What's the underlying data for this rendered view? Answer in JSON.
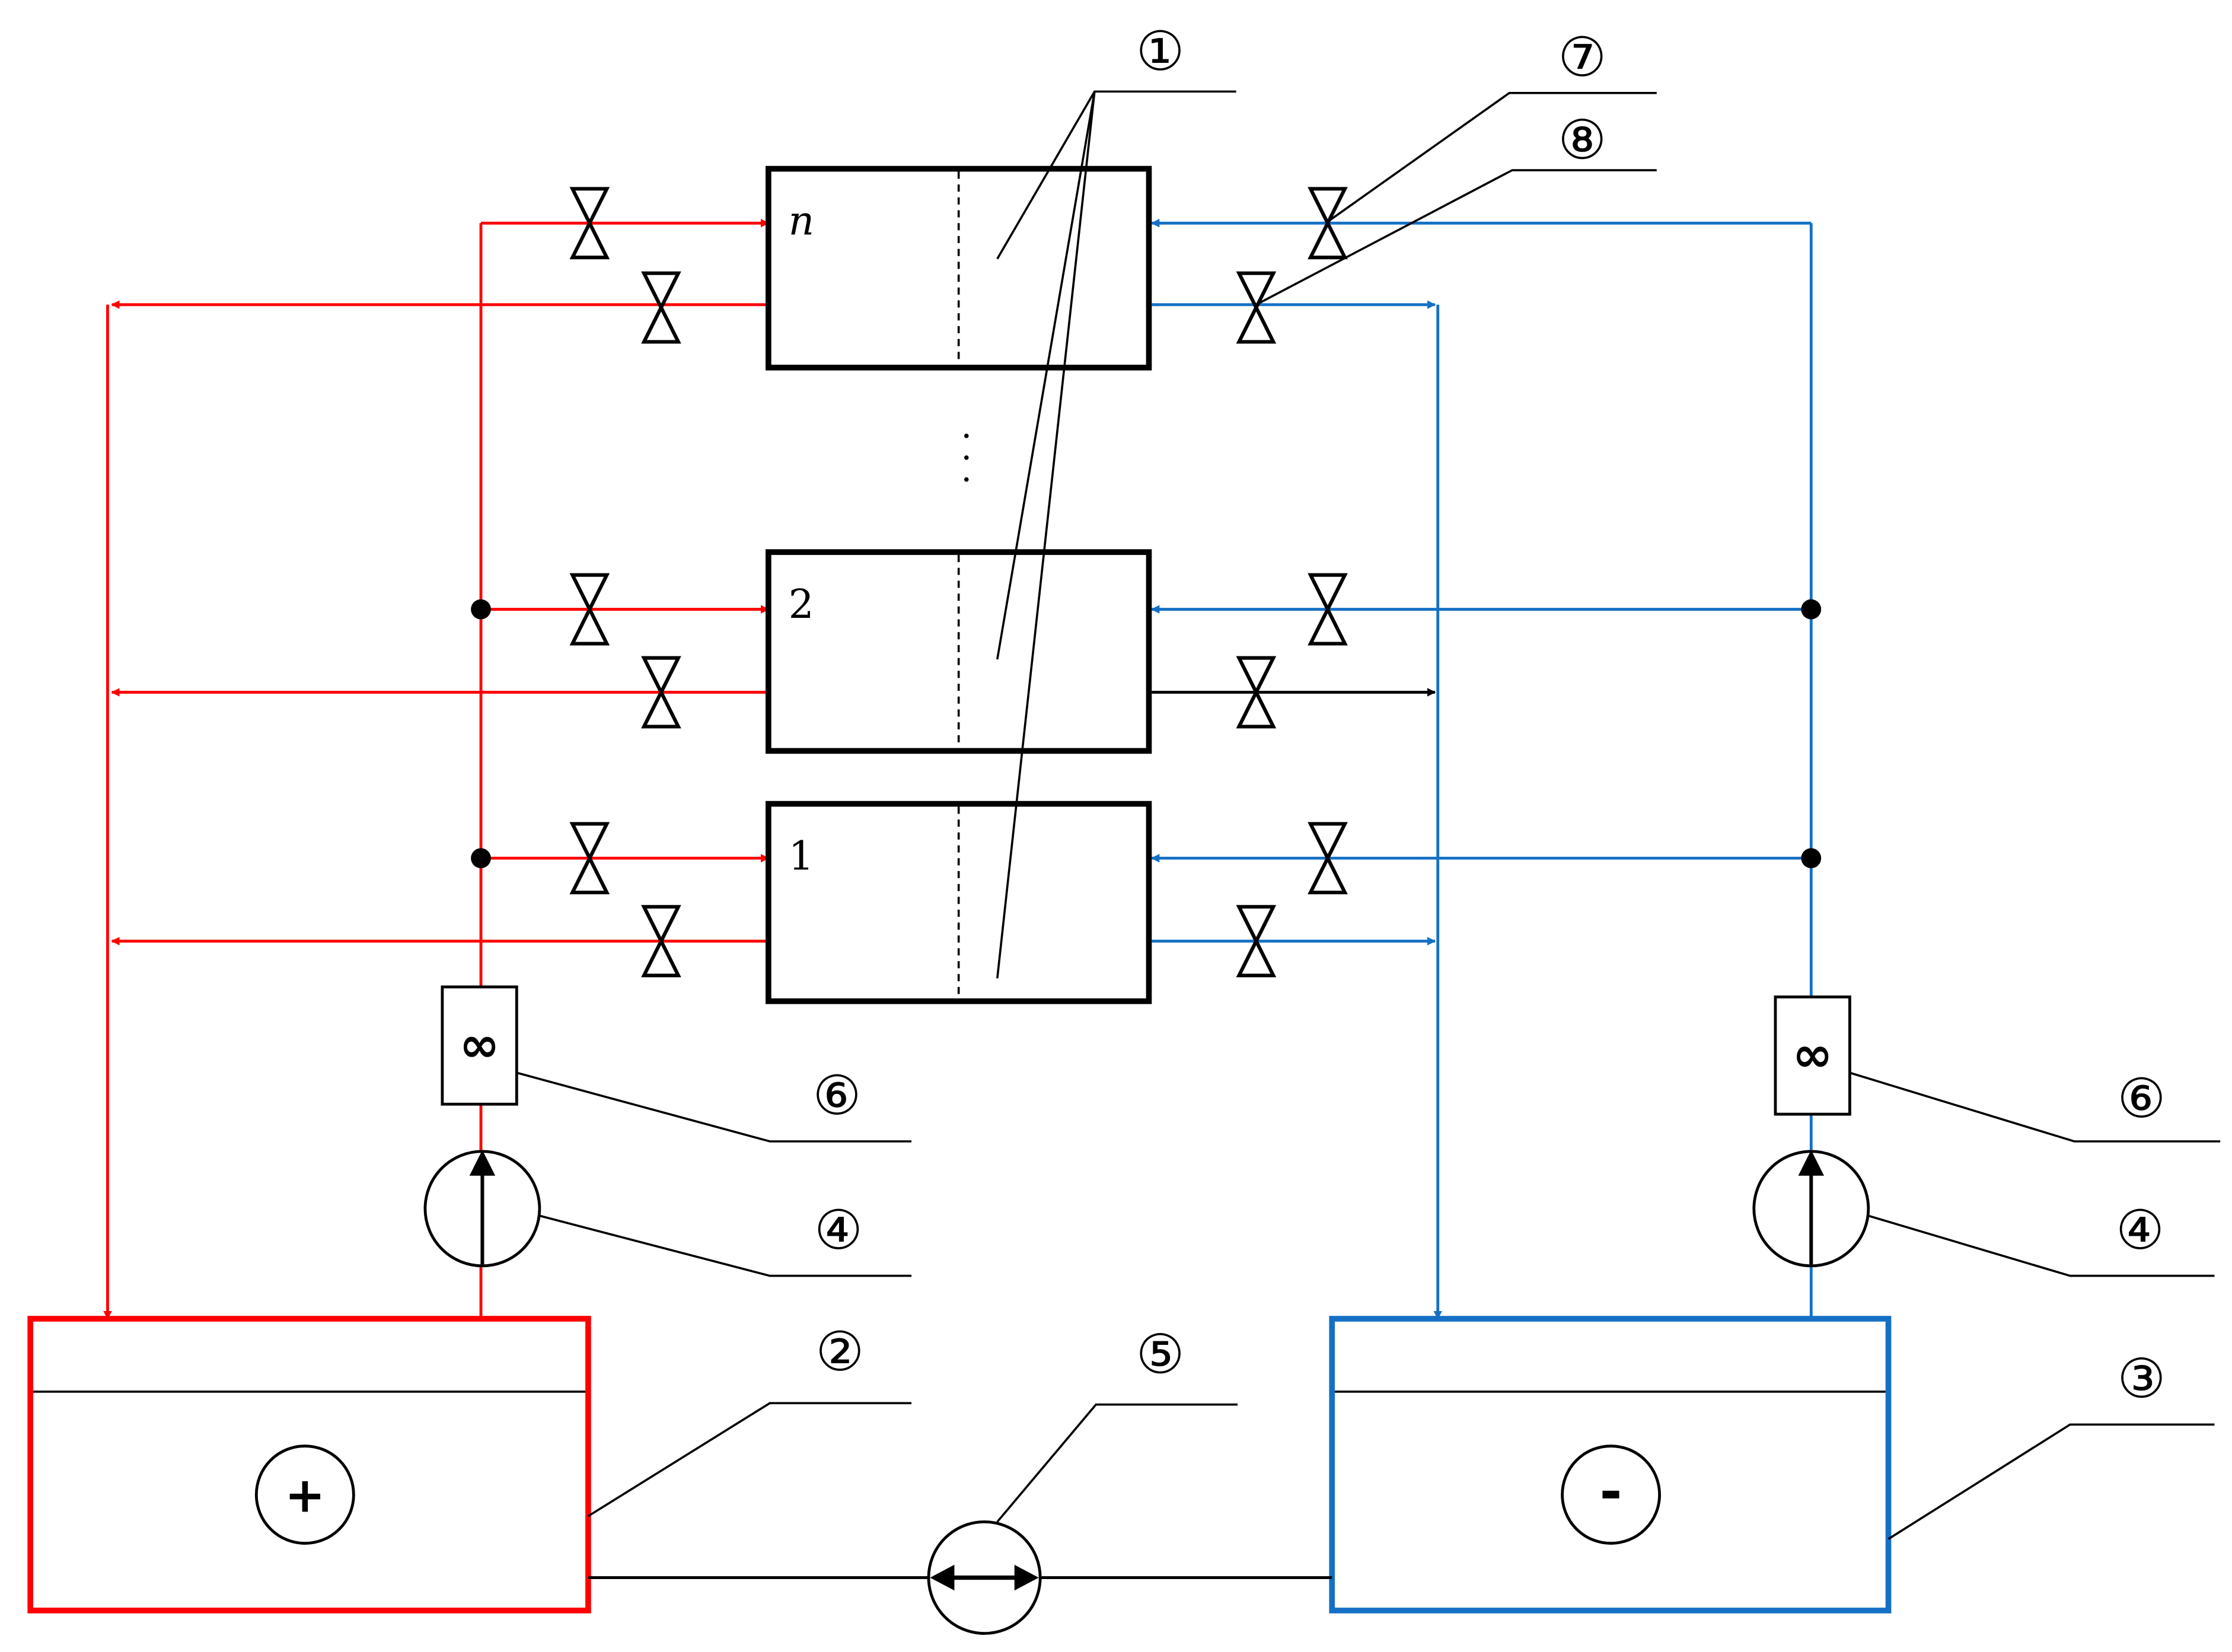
{
  "colors": {
    "positive": "#ff0000",
    "negative": "#1570c5",
    "neutral": "#000000",
    "background": "#ffffff"
  },
  "cells": {
    "top_label": "n",
    "middle_label": "2",
    "bottom_label": "1",
    "ellipsis": "· · ·"
  },
  "tanks": {
    "positive_sign": "+",
    "negative_sign": "-"
  },
  "flow_meter_symbol": "∞",
  "callouts": {
    "c1": "①",
    "c2": "②",
    "c3": "③",
    "c4": "④",
    "c5": "⑤",
    "c6": "⑥",
    "c7": "⑦",
    "c8": "⑧"
  },
  "icons": {
    "valve": "bowtie-valve-icon",
    "pump": "pump-circle-arrow-icon",
    "flow_meter": "infinity-flowmeter-icon",
    "exchange": "double-arrow-exchange-icon"
  }
}
